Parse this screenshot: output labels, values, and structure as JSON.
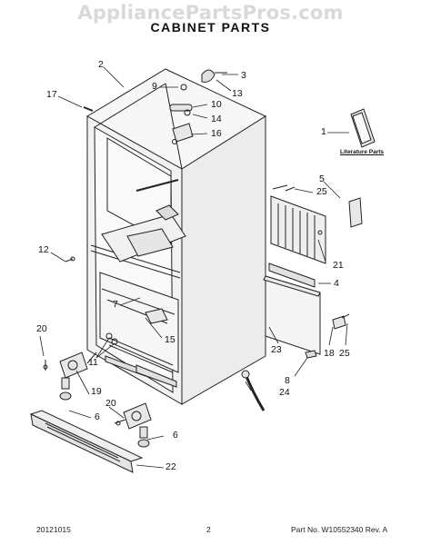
{
  "watermark": "AppliancePartsPros.com",
  "title": "CABINET PARTS",
  "literature_label": "Literature Parts",
  "callouts": [
    "1",
    "2",
    "3",
    "4",
    "5",
    "6",
    "6",
    "7",
    "8",
    "9",
    "10",
    "11",
    "12",
    "13",
    "14",
    "15",
    "16",
    "17",
    "18",
    "19",
    "20",
    "20",
    "21",
    "22",
    "23",
    "24",
    "25",
    "25"
  ],
  "footer": {
    "date": "20121015",
    "page": "2",
    "part_info": "Part No. W10552340  Rev. A"
  }
}
